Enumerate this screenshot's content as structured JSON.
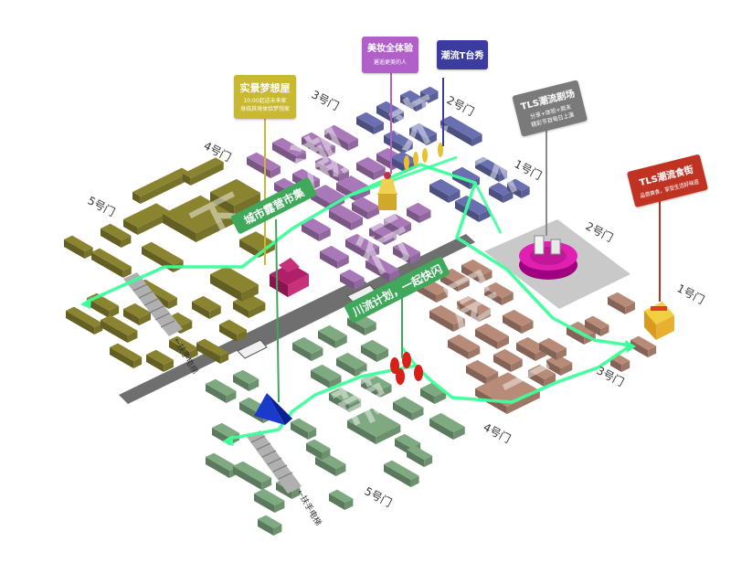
{
  "map": {
    "zones": [
      {
        "id": "fog",
        "color": "#8a8430"
      },
      {
        "id": "purple",
        "color": "#a878b8"
      },
      {
        "id": "blue",
        "color": "#6a6fb0"
      },
      {
        "id": "green",
        "color": "#7fa981"
      },
      {
        "id": "brown",
        "color": "#b88a78"
      }
    ],
    "route": {
      "color": "#3cff9a"
    },
    "watermark": [
      "下",
      "潮",
      "来",
      "不",
      "层",
      "行",
      "一",
      "带"
    ],
    "gates": {
      "fog_5": "5号门",
      "fog_4": "4号门",
      "purple_3": "3号门",
      "blue_2": "2号门",
      "blue_1": "1号门",
      "east_2": "2号门",
      "east_1": "1号门",
      "east_3": "3号门",
      "south_4": "4号门",
      "south_5": "5号门"
    },
    "escalators": {
      "north": "←扶手电梯",
      "south": "←扶手电梯"
    },
    "route_labels": {
      "market": "城市露营市集",
      "flash": "川流计划，一起快闪"
    },
    "callouts": {
      "dream": {
        "title": "实景梦想屋",
        "sub1": "10:00起送未来家",
        "sub2": "身临其境体验梦想家",
        "color": "#c8b832"
      },
      "beauty": {
        "title": "美妆全体验",
        "sub1": "邂逅更美的人",
        "color": "#b060c8"
      },
      "tshow": {
        "title": "潮流T台秀",
        "color": "#3a3aa0"
      },
      "theatre": {
        "title": "TLS潮流剧场",
        "sub1": "分享+体验+周末",
        "sub2": "精彩节目每日上演",
        "color": "#7a7a7a"
      },
      "food": {
        "title": "TLS潮流食街",
        "sub1": "品尝美食，享受生活好味道",
        "color": "#c03020"
      }
    }
  }
}
